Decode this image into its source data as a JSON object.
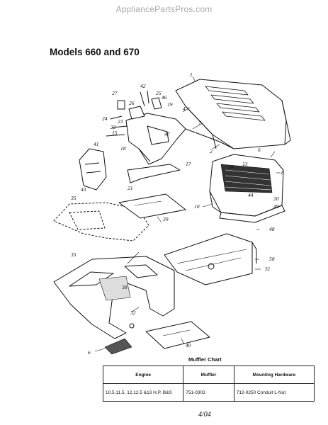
{
  "watermark": "AppliancePartsPros.com",
  "page_title": "Models 660 and 670",
  "callouts": [
    "1",
    "2",
    "4",
    "6",
    "7",
    "8",
    "10",
    "13",
    "14",
    "15",
    "17",
    "18",
    "19",
    "20",
    "21",
    "22",
    "23",
    "24",
    "25",
    "26",
    "27",
    "32",
    "35",
    "38",
    "39",
    "40",
    "41",
    "42",
    "43",
    "44",
    "46",
    "47",
    "48",
    "49",
    "50",
    "51"
  ],
  "muffler_chart": {
    "title": "Muffler Chart",
    "headers": [
      "Engine",
      "Muffler",
      "Mounting Hardware"
    ],
    "rows": [
      [
        "10.5,11.5, 12,12.5 &13 H.P. B&S",
        "751-0302",
        "712-0250 Conduit L-Nut"
      ]
    ]
  },
  "page_number": "4/04"
}
